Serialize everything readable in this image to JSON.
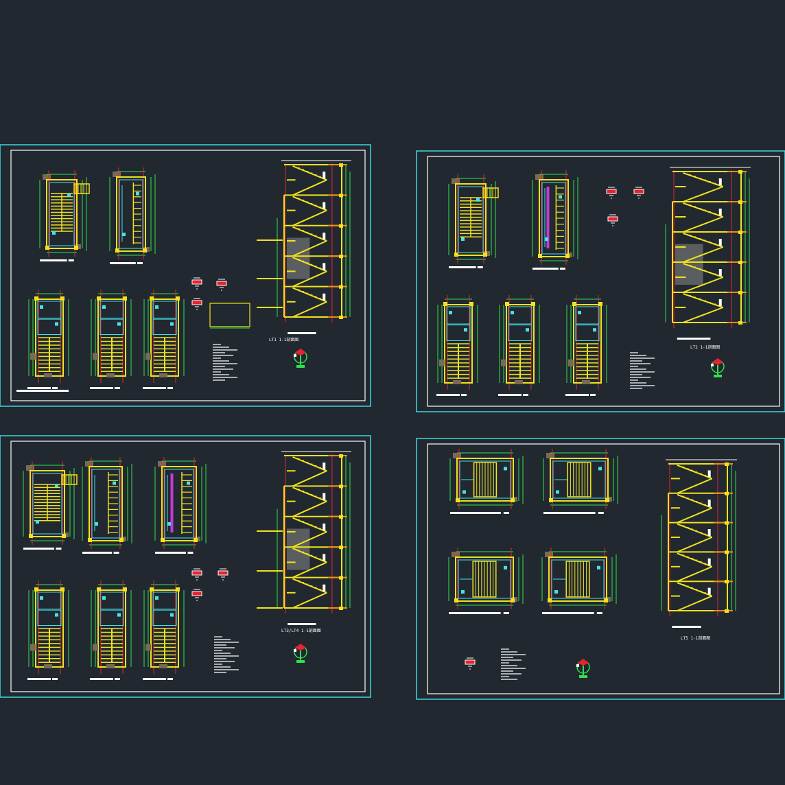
{
  "colors": {
    "background": "#212830",
    "sheet_border": "#3fd7e0",
    "inner_border": "#ffffff",
    "stair": "#f2e21e",
    "axis": "#e8232f",
    "dimension": "#2fe34a",
    "room": "#44e3e8",
    "note": "#ffffff",
    "accent_magenta": "#c43ad8",
    "accent_orange": "#f08a1c",
    "hatch": "#8a8a8a",
    "terrain": "#7a6a55"
  },
  "icons": [
    "north-arrow-icon",
    "section-marker-icon"
  ],
  "sheets": [
    {
      "name": "sheet-top-left",
      "plans": 5,
      "has_section": true,
      "has_north_arrow": true
    },
    {
      "name": "sheet-top-right",
      "plans": 5,
      "has_section": true,
      "has_north_arrow": true
    },
    {
      "name": "sheet-bottom-left",
      "plans": 6,
      "has_section": true,
      "has_north_arrow": true
    },
    {
      "name": "sheet-bottom-right",
      "plans": 4,
      "has_section": true,
      "has_north_arrow": true
    }
  ],
  "labels": {
    "tl_section": "LT1 1-1剖面图",
    "tr_section": "LT2 1-1剖面图",
    "bl_section": "LT3/LT4 1-1剖面图",
    "br_section": "LT5 1-1剖面图"
  }
}
